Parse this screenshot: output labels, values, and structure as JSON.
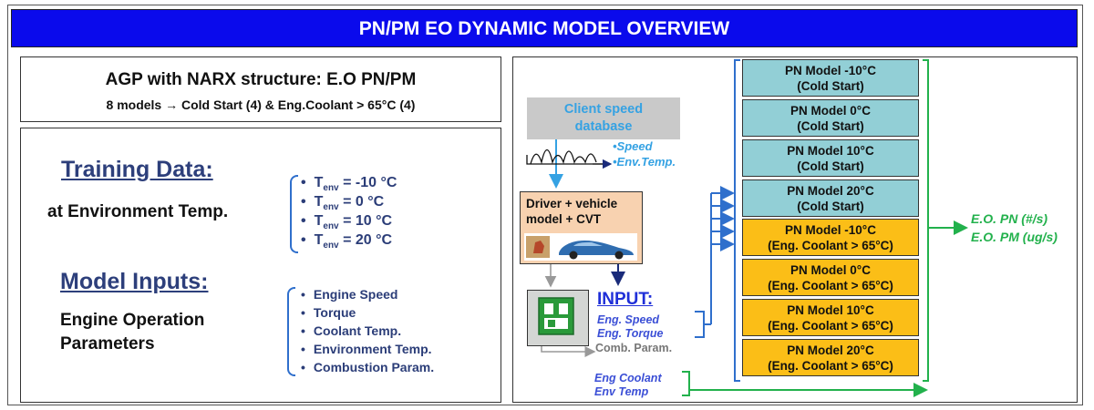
{
  "title": "PN/PM EO DYNAMIC MODEL OVERVIEW",
  "agp": {
    "title": "AGP with NARX structure: E.O PN/PM",
    "subtitle": "8 models → Cold Start (4) & Eng.Coolant > 65°C (4)"
  },
  "training": {
    "heading": "Training Data:",
    "label": "at Environment Temp.",
    "temps": [
      "= -10 °C",
      "= 0 °C",
      "= 10 °C",
      "= 20 °C"
    ],
    "symbol": "T",
    "symbol_sub": "env"
  },
  "model_inputs": {
    "heading": "Model Inputs:",
    "label_line1": "Engine Operation",
    "label_line2": "Parameters",
    "items": [
      "Engine Speed",
      "Torque",
      "Coolant Temp.",
      "Environment Temp.",
      "Combustion Param."
    ]
  },
  "client": {
    "line1": "Client speed",
    "line2": "database",
    "speed_label": "•Speed",
    "envtemp_label": "•Env.Temp."
  },
  "driver": {
    "line1": "Driver + vehicle",
    "line2": "model + CVT"
  },
  "input_block": {
    "heading": "INPUT:",
    "eng_speed": "Eng. Speed",
    "eng_torque": "Eng. Torque",
    "comb_param": "Comb. Param."
  },
  "coolant_inputs": {
    "line1": "Eng Coolant",
    "line2": "Env Temp"
  },
  "models": [
    {
      "line1": "PN Model -10°C",
      "line2": "(Cold Start)",
      "kind": "cold"
    },
    {
      "line1": "PN Model 0°C",
      "line2": "(Cold Start)",
      "kind": "cold"
    },
    {
      "line1": "PN Model 10°C",
      "line2": "(Cold Start)",
      "kind": "cold"
    },
    {
      "line1": "PN Model 20°C",
      "line2": "(Cold Start)",
      "kind": "cold"
    },
    {
      "line1": "PN Model -10°C",
      "line2": "(Eng. Coolant > 65°C)",
      "kind": "hot"
    },
    {
      "line1": "PN Model 0°C",
      "line2": "(Eng. Coolant > 65°C)",
      "kind": "hot"
    },
    {
      "line1": "PN Model 10°C",
      "line2": "(Eng. Coolant > 65°C)",
      "kind": "hot"
    },
    {
      "line1": "PN Model 20°C",
      "line2": "(Eng. Coolant > 65°C)",
      "kind": "hot"
    }
  ],
  "outputs": {
    "pn": "E.O. PN (#/s)",
    "pm": "E.O. PM (ug/s)"
  },
  "colors": {
    "title_bar": "#0a0aec",
    "cold_model": "#92cfd6",
    "hot_model": "#fbbe17",
    "heading_blue": "#2d3f7b",
    "output_green": "#22b14c",
    "arrow_blue": "#2f6fcc"
  }
}
